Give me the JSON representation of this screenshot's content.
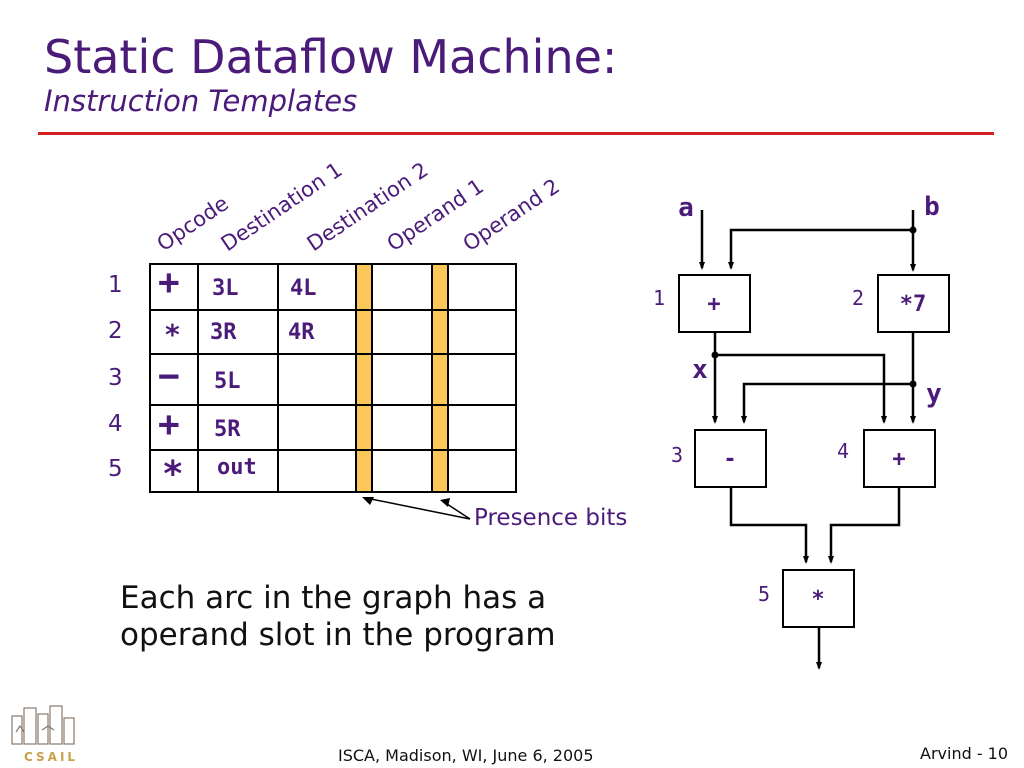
{
  "slide": {
    "title": "Static Dataflow Machine:",
    "subtitle": "Instruction Templates"
  },
  "table": {
    "headers": [
      "Opcode",
      "Destination 1",
      "Destination 2",
      "Operand 1",
      "Operand 2"
    ],
    "rows": [
      {
        "num": "1",
        "opcode": "+",
        "dest1": "3L",
        "dest2": "4L"
      },
      {
        "num": "2",
        "opcode": "*",
        "dest1": "3R",
        "dest2": "4R"
      },
      {
        "num": "3",
        "opcode": "−",
        "dest1": "5L",
        "dest2": ""
      },
      {
        "num": "4",
        "opcode": "+",
        "dest1": "5R",
        "dest2": ""
      },
      {
        "num": "5",
        "opcode": "*",
        "dest1": "out",
        "dest2": ""
      }
    ],
    "presence_label": "Presence bits",
    "presence_color": "#fcc75a"
  },
  "description": {
    "line1": "Each arc in the graph has a",
    "line2": "operand slot in the program"
  },
  "graph": {
    "inputs": {
      "a": "a",
      "b": "b"
    },
    "nodes": [
      {
        "id": "1",
        "label": "+"
      },
      {
        "id": "2",
        "label": "*7"
      },
      {
        "id": "3",
        "label": "-"
      },
      {
        "id": "4",
        "label": "+"
      },
      {
        "id": "5",
        "label": "*"
      }
    ],
    "edge_labels": {
      "x": "x",
      "y": "y"
    }
  },
  "footer": {
    "center": "ISCA, Madison, WI, June 6, 2005",
    "right": "Arvind - 10",
    "logo": "CSAIL"
  },
  "colors": {
    "text_purple": "#4b1b7a",
    "rule_red": "#d42020"
  }
}
